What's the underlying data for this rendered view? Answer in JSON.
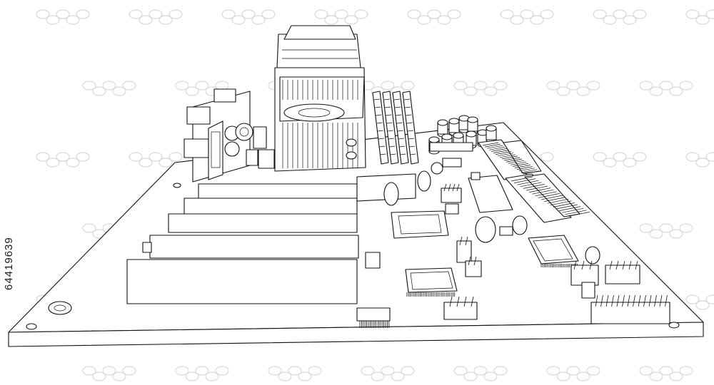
{
  "image_id_text": "64419639",
  "colors": {
    "line": "#111111",
    "background": "#ffffff",
    "watermark": "#d9d9d9"
  },
  "icons": [
    "motherboard-illustration",
    "stock-watermark-pattern"
  ]
}
